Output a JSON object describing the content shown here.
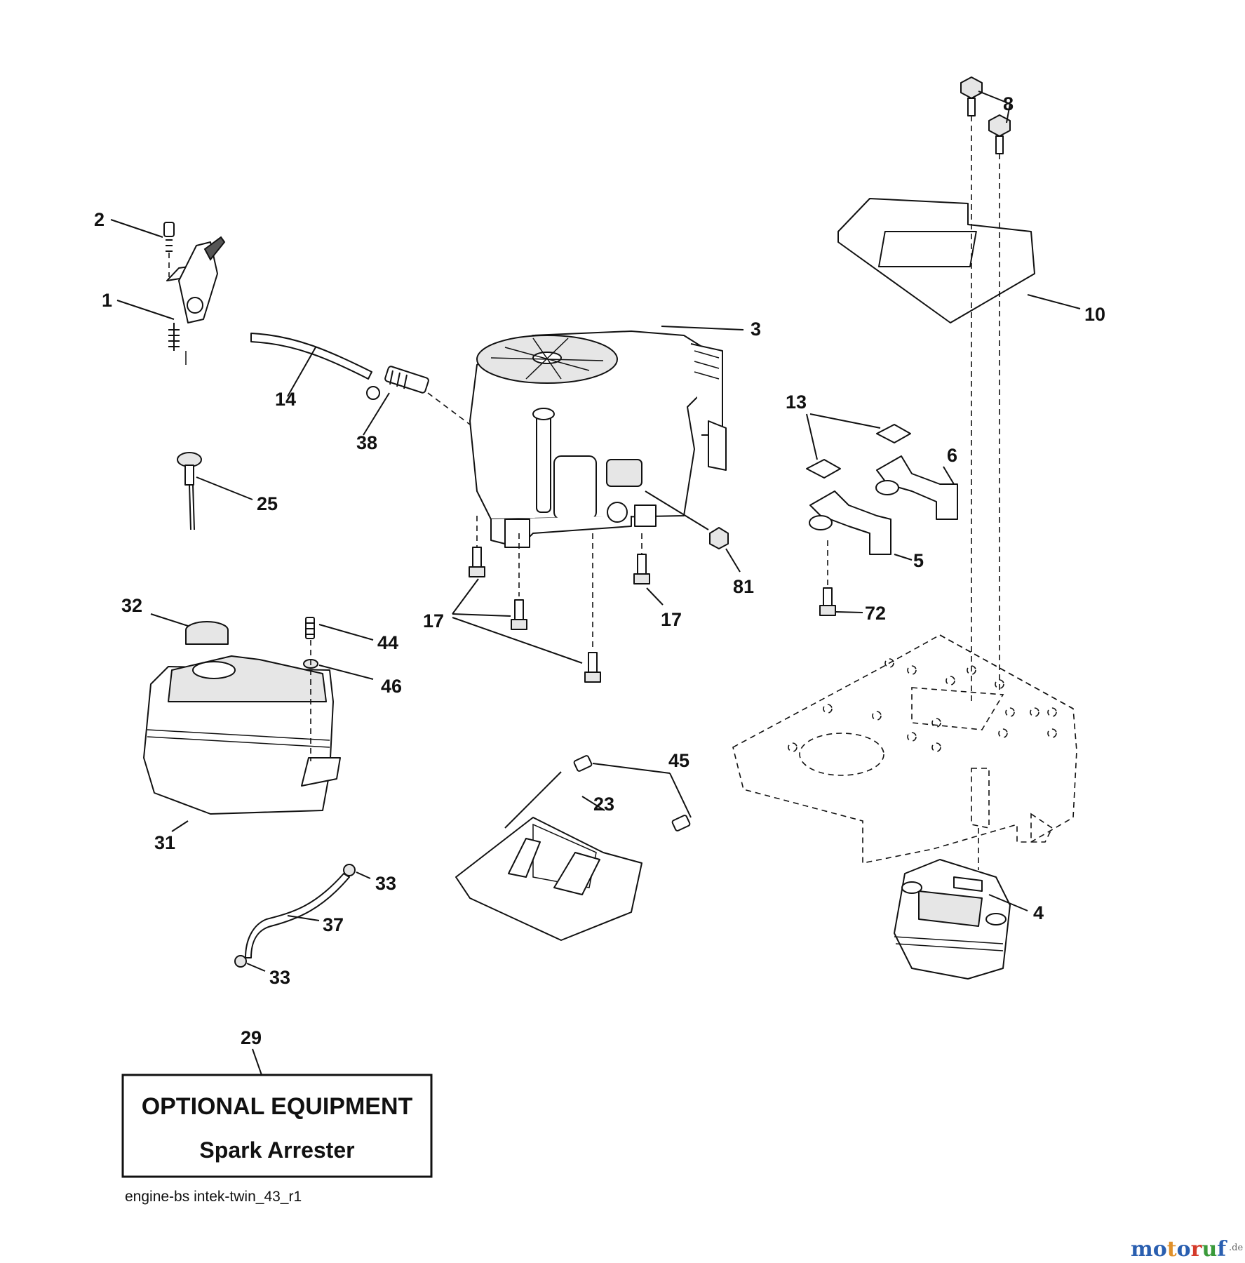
{
  "callouts": [
    {
      "id": "1"
    },
    {
      "id": "2"
    },
    {
      "id": "3"
    },
    {
      "id": "4"
    },
    {
      "id": "5"
    },
    {
      "id": "6"
    },
    {
      "id": "8"
    },
    {
      "id": "10"
    },
    {
      "id": "13"
    },
    {
      "id": "14"
    },
    {
      "id": "17"
    },
    {
      "id": "17"
    },
    {
      "id": "23"
    },
    {
      "id": "25"
    },
    {
      "id": "29"
    },
    {
      "id": "31"
    },
    {
      "id": "32"
    },
    {
      "id": "33"
    },
    {
      "id": "33"
    },
    {
      "id": "37"
    },
    {
      "id": "38"
    },
    {
      "id": "44"
    },
    {
      "id": "45"
    },
    {
      "id": "46"
    },
    {
      "id": "72"
    },
    {
      "id": "81"
    }
  ],
  "optional_box": {
    "title": "OPTIONAL EQUIPMENT",
    "subtitle": "Spark Arrester"
  },
  "caption": "engine-bs intek-twin_43_r1",
  "watermark": {
    "text": "motoruf",
    "suffix": ".de",
    "letter_colors": [
      "#2a5fb0",
      "#2a5fb0",
      "#e0902a",
      "#2a5fb0",
      "#d43a2a",
      "#3a9a3a",
      "#2a5fb0"
    ]
  }
}
